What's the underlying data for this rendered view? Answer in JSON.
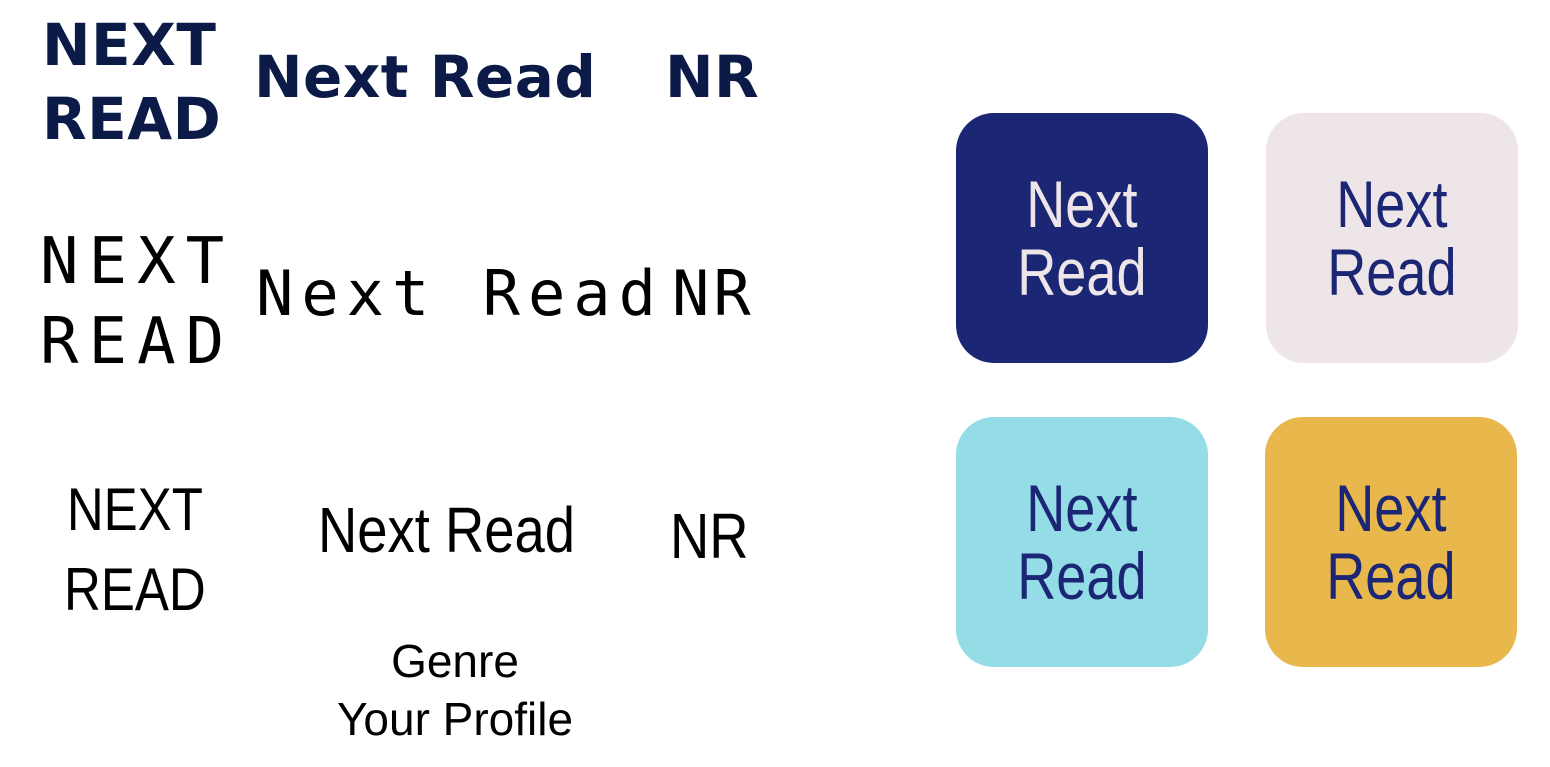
{
  "typefaces": {
    "bold": {
      "stack_line1": "NEXT",
      "stack_line2": "READ",
      "full": "Next Read",
      "initials": "NR"
    },
    "mono": {
      "stack_line1": "NEXT",
      "stack_line2": "READ",
      "full": "Next Read",
      "initials": "NR"
    },
    "hand": {
      "stack_line1": "NEXT",
      "stack_line2": "READ",
      "full": "Next Read",
      "initials": "NR"
    }
  },
  "caption": {
    "line1": "Genre",
    "line2": "Your Profile"
  },
  "tiles": [
    {
      "line1": "Next",
      "line2": "Read",
      "background": "#1b2675",
      "text_color": "#ede5e8"
    },
    {
      "line1": "Next",
      "line2": "Read",
      "background": "#ede5e8",
      "text_color": "#1b2675"
    },
    {
      "line1": "Next",
      "line2": "Read",
      "background": "#94dce6",
      "text_color": "#1b2675"
    },
    {
      "line1": "Next",
      "line2": "Read",
      "background": "#e8b84c",
      "text_color": "#1b2675"
    }
  ],
  "colors": {
    "navy": "#0b1a47",
    "text": "#000000"
  }
}
